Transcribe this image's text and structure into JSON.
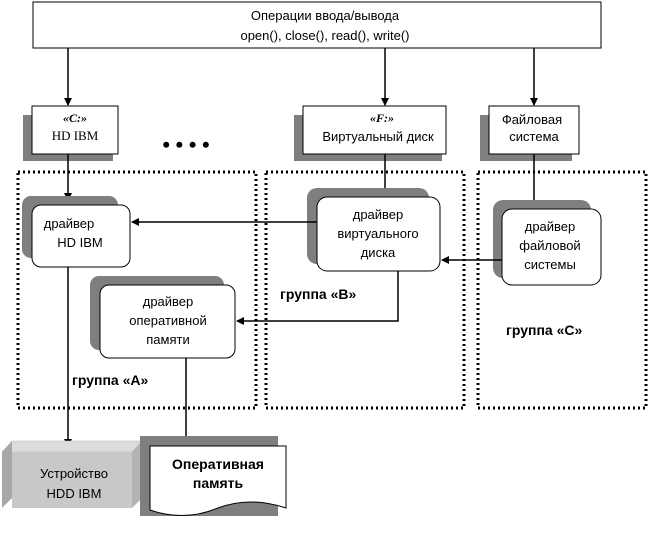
{
  "top_box": {
    "line1": "Операции ввода/вывода",
    "line2": "open(), close(), read(), write()"
  },
  "drives": {
    "c": {
      "letter": "«C:»",
      "name": "HD IBM"
    },
    "f": {
      "letter": "«F:»",
      "name": "Виртуальный диск"
    },
    "fs": {
      "line1": "Файловая",
      "line2": "система"
    }
  },
  "ellipsis": "• • • •",
  "drivers": {
    "hd": {
      "line1": "драйвер",
      "line2": "HD IBM"
    },
    "ram": {
      "line1": "драйвер",
      "line2": "оперативной",
      "line3": "памяти"
    },
    "virtual": {
      "line1": "драйвер",
      "line2": "виртуального",
      "line3": "диска"
    },
    "fs": {
      "line1": "драйвер",
      "line2": "файловой",
      "line3": "системы"
    }
  },
  "groups": {
    "a": "группа «А»",
    "b": "группа «В»",
    "c": "группа «С»"
  },
  "devices": {
    "hdd": {
      "line1": "Устройство",
      "line2": "HDD IBM"
    },
    "ram": {
      "line1": "Оперативная",
      "line2": "память"
    }
  },
  "colors": {
    "shadow": "#7f7f7f",
    "device_fill": "#c8c8c8",
    "device_side": "#a8a8a8"
  }
}
